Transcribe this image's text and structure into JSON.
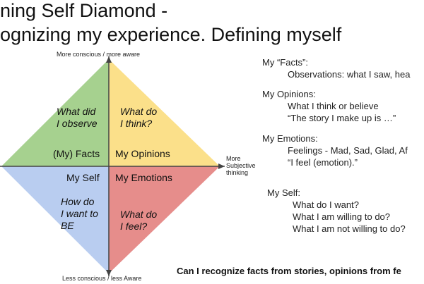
{
  "title": {
    "line1": "ning Self Diamond -",
    "line2": "ognizing my experience. Defining myself"
  },
  "axes": {
    "top": "More conscious / more aware",
    "bottom": "Less conscious / less Aware",
    "right": [
      "More",
      "Subjective",
      "thinking"
    ]
  },
  "quadrants": {
    "facts": {
      "color": "#a6d18f",
      "question": [
        "What did",
        "I observe"
      ],
      "label": "(My) Facts"
    },
    "opinions": {
      "color": "#fbe08a",
      "question": [
        "What do",
        "I think?"
      ],
      "label": "My Opinions"
    },
    "self": {
      "color": "#b9cdf0",
      "question": [
        "How do",
        "I want to",
        "BE"
      ],
      "label": "My Self"
    },
    "emotions": {
      "color": "#e68d8b",
      "question": [
        "What do",
        "I feel?"
      ],
      "label": "My Emotions"
    }
  },
  "panel": {
    "facts": {
      "heading": "My “Facts”:",
      "items": [
        "Observations: what I saw, hea"
      ]
    },
    "opinions": {
      "heading": "My Opinions:",
      "items": [
        "What I think or believe",
        "“The story I make up is …”"
      ]
    },
    "emotions": {
      "heading": "My Emotions:",
      "items": [
        "Feelings - Mad, Sad, Glad, Af",
        "“I feel (emotion).”"
      ]
    },
    "self": {
      "heading": "My Self:",
      "items": [
        "What do I want?",
        "What I am willing to do?",
        "What I am not willing to do?"
      ]
    }
  },
  "bottom_question": "Can I recognize facts from stories, opinions from fe"
}
